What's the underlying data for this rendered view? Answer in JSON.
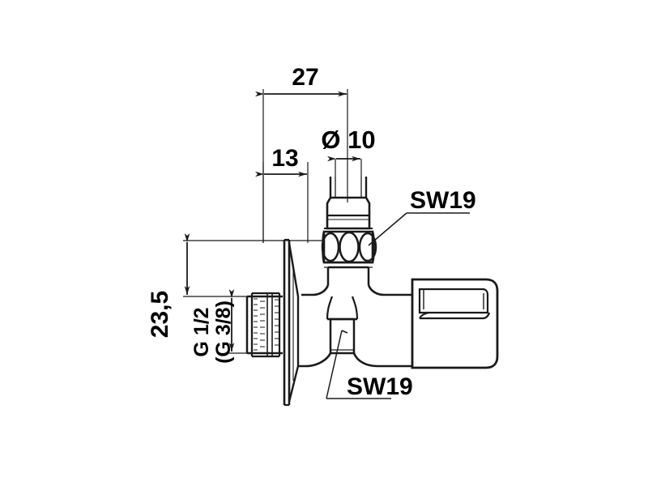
{
  "drawing": {
    "title": "Angle valve technical dimension drawing",
    "line_color": "#1a1a1a",
    "background_color": "#ffffff",
    "units": "mm",
    "view": "side elevation / cross-section"
  },
  "dimensions": {
    "width_27": {
      "label": "27",
      "name": "overall-projection-width",
      "orientation": "horizontal"
    },
    "width_13": {
      "label": "13",
      "name": "thread-to-flange-width",
      "orientation": "horizontal"
    },
    "diameter_10": {
      "label": "Ø 10",
      "name": "outlet-pipe-diameter",
      "orientation": "horizontal"
    },
    "height_235": {
      "label": "23,5",
      "name": "inlet-to-centerline-height",
      "orientation": "vertical"
    }
  },
  "annotations": {
    "thread_primary": {
      "label": "G 1/2",
      "name": "inlet-thread-size-primary"
    },
    "thread_alternate": {
      "label": "(G 3/8)",
      "name": "inlet-thread-size-alternate"
    },
    "spanner_top": {
      "label": "SW19",
      "name": "spanner-size-top-nut"
    },
    "spanner_bottom": {
      "label": "SW19",
      "name": "spanner-size-bottom-nut"
    }
  },
  "parts": {
    "outlet_pipe": "outlet-pipe",
    "top_nut": "top-hex-nut",
    "valve_body": "valve-body",
    "oval_ports": "oval-port-openings",
    "bottom_nut": "bottom-hex-nut",
    "wall_flange": "wall-flange-rosette",
    "inlet_thread": "inlet-threaded-connector",
    "handle_knob": "handle-knob"
  }
}
